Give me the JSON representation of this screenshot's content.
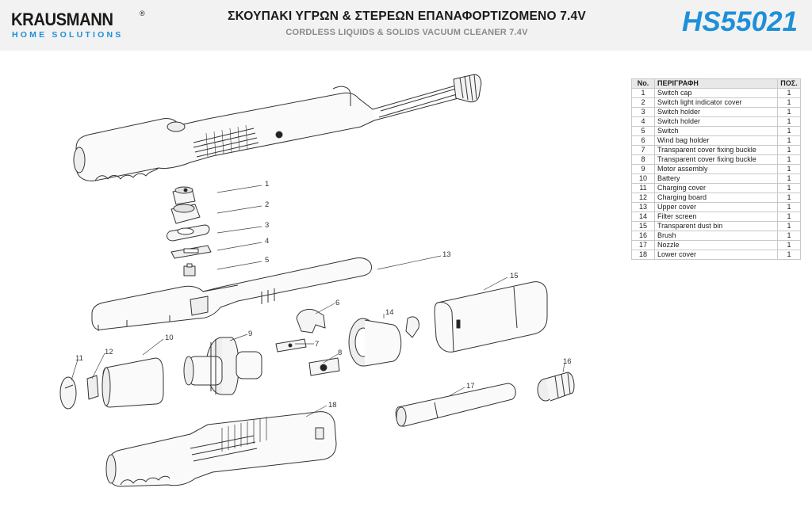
{
  "brand": {
    "name": "KRAUSMANN",
    "reg_mark": "®",
    "tagline": "HOME SOLUTIONS",
    "accent_color": "#1e90d8"
  },
  "header": {
    "title_greek": "ΣΚΟΥΠΑΚΙ ΥΓΡΩΝ & ΣΤΕΡΕΩΝ ΕΠΑΝΑΦΟΡΤΙΖΟΜΕΝΟ 7.4V",
    "title_english": "CORDLESS LIQUIDS & SOLIDS VACUUM CLEANER 7.4V",
    "model": "HS55021"
  },
  "parts_table": {
    "headers": {
      "no": "No.",
      "description": "ΠΕΡΙΓΡΑΦΗ",
      "qty": "ΠΟΣ."
    },
    "rows": [
      {
        "no": "1",
        "description": "Switch cap",
        "qty": "1"
      },
      {
        "no": "2",
        "description": "Switch light indicator cover",
        "qty": "1"
      },
      {
        "no": "3",
        "description": "Switch holder",
        "qty": "1"
      },
      {
        "no": "4",
        "description": "Switch holder",
        "qty": "1"
      },
      {
        "no": "5",
        "description": "Switch",
        "qty": "1"
      },
      {
        "no": "6",
        "description": "Wind bag holder",
        "qty": "1"
      },
      {
        "no": "7",
        "description": "Transparent cover fixing buckle",
        "qty": "1"
      },
      {
        "no": "8",
        "description": "Transparent cover fixing buckle",
        "qty": "1"
      },
      {
        "no": "9",
        "description": "Motor assembly",
        "qty": "1"
      },
      {
        "no": "10",
        "description": "Battery",
        "qty": "1"
      },
      {
        "no": "11",
        "description": "Charging cover",
        "qty": "1"
      },
      {
        "no": "12",
        "description": "Charging board",
        "qty": "1"
      },
      {
        "no": "13",
        "description": "Upper cover",
        "qty": "1"
      },
      {
        "no": "14",
        "description": "Filter screen",
        "qty": "1"
      },
      {
        "no": "15",
        "description": "Transparent dust bin",
        "qty": "1"
      },
      {
        "no": "16",
        "description": "Brush",
        "qty": "1"
      },
      {
        "no": "17",
        "description": "Nozzle",
        "qty": "1"
      },
      {
        "no": "18",
        "description": "Lower cover",
        "qty": "1"
      }
    ]
  },
  "callouts": [
    "1",
    "2",
    "3",
    "4",
    "5",
    "6",
    "7",
    "8",
    "9",
    "10",
    "11",
    "12",
    "13",
    "14",
    "15",
    "16",
    "17",
    "18"
  ]
}
